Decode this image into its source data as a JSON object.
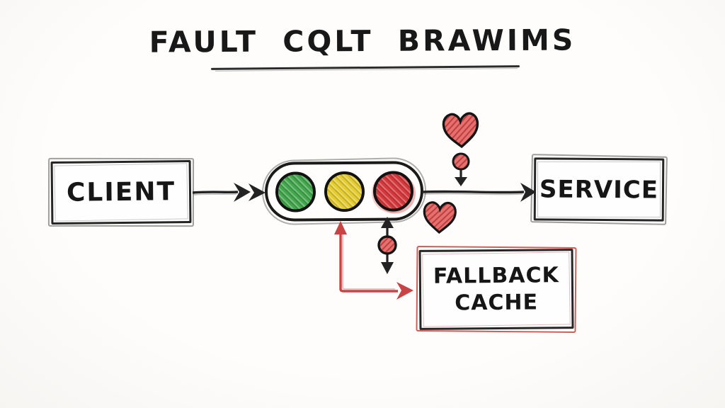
{
  "title": {
    "text": "FAULT CQLT BRAWIMS"
  },
  "diagram": {
    "client_label": "CLIENT",
    "service_label": "SERVICE",
    "fallback_line1": "FALLBACK",
    "fallback_line2": "CACHE",
    "breaker_lights": [
      {
        "name": "closed-green",
        "color": "#43a74d"
      },
      {
        "name": "half-open-yellow",
        "color": "#e5cd31"
      },
      {
        "name": "open-red",
        "color": "#d6393c"
      }
    ]
  },
  "colors": {
    "ink": "#232323",
    "sketch_red": "#c84343",
    "heart_fill": "#e5716e",
    "heart_hatch": "#bf3e41",
    "background": "#fcfbfa"
  }
}
